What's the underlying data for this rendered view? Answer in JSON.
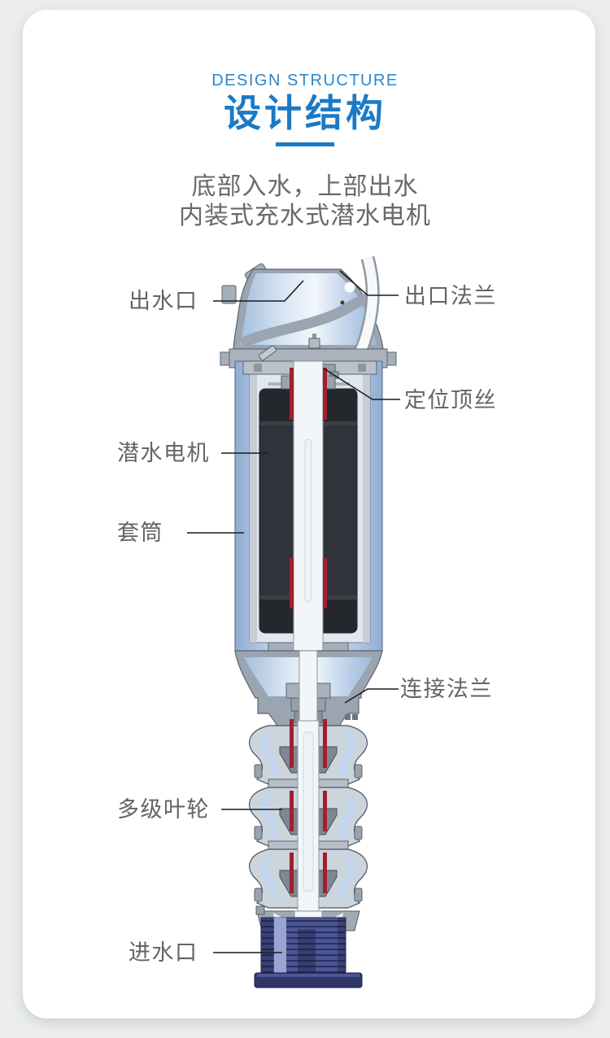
{
  "theme": {
    "accent_blue": "#1b7ac6",
    "page_bg": "#ebedee",
    "card_bg": "#ffffff",
    "label_gray": "#646464",
    "subtitle_gray": "#696969",
    "leader_line": "#1c1c1c",
    "pump_body_blue": "#b7cde8",
    "casing_gray": "#9aa5b1",
    "stator_dark": "#30343a",
    "seal_red": "#a21f2e",
    "strainer_indigo": "#4d5796"
  },
  "header": {
    "eyebrow": "DESIGN STRUCTURE",
    "title": "设计结构"
  },
  "intro": {
    "line1": "底部入水，上部出水",
    "line2": "内装式充水式潜水电机"
  },
  "diagram": {
    "labels": [
      {
        "id": "outlet",
        "text": "出水口",
        "side": "left"
      },
      {
        "id": "outlet-flange",
        "text": "出口法兰",
        "side": "right"
      },
      {
        "id": "set-screw",
        "text": "定位顶丝",
        "side": "right"
      },
      {
        "id": "motor",
        "text": "潜水电机",
        "side": "left"
      },
      {
        "id": "sleeve",
        "text": "套筒",
        "side": "left"
      },
      {
        "id": "connecting-flange",
        "text": "连接法兰",
        "side": "right"
      },
      {
        "id": "impeller",
        "text": "多级叶轮",
        "side": "left"
      },
      {
        "id": "inlet",
        "text": "进水口",
        "side": "left"
      }
    ]
  }
}
